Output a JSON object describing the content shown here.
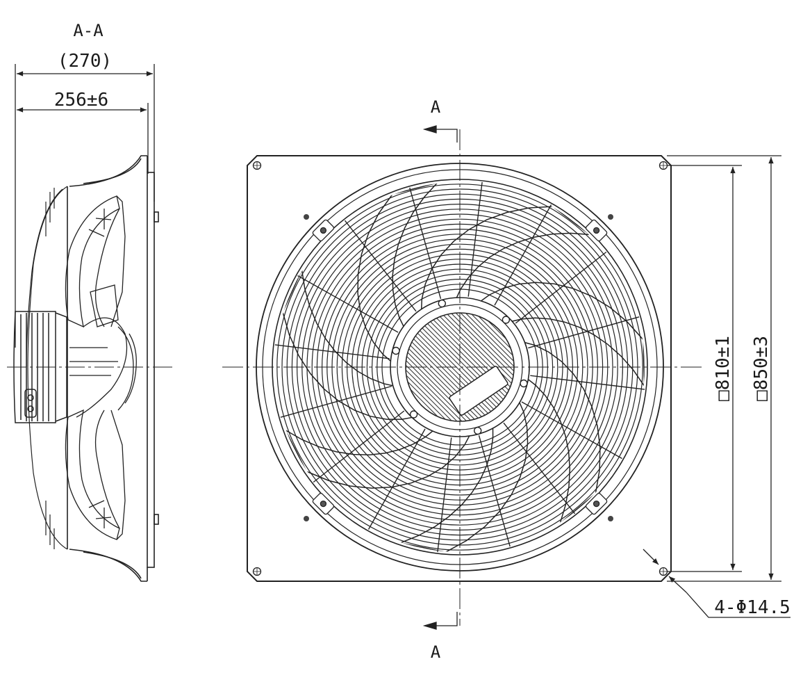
{
  "side_view": {
    "section_label": "A-A",
    "overall_depth": "(270)",
    "body_depth": "256±6"
  },
  "front_view": {
    "section_marker_top": "A",
    "section_marker_bottom": "A",
    "inner_square": "□810±1",
    "outer_square": "□850±3",
    "mounting_holes": "4-Φ14.5"
  }
}
